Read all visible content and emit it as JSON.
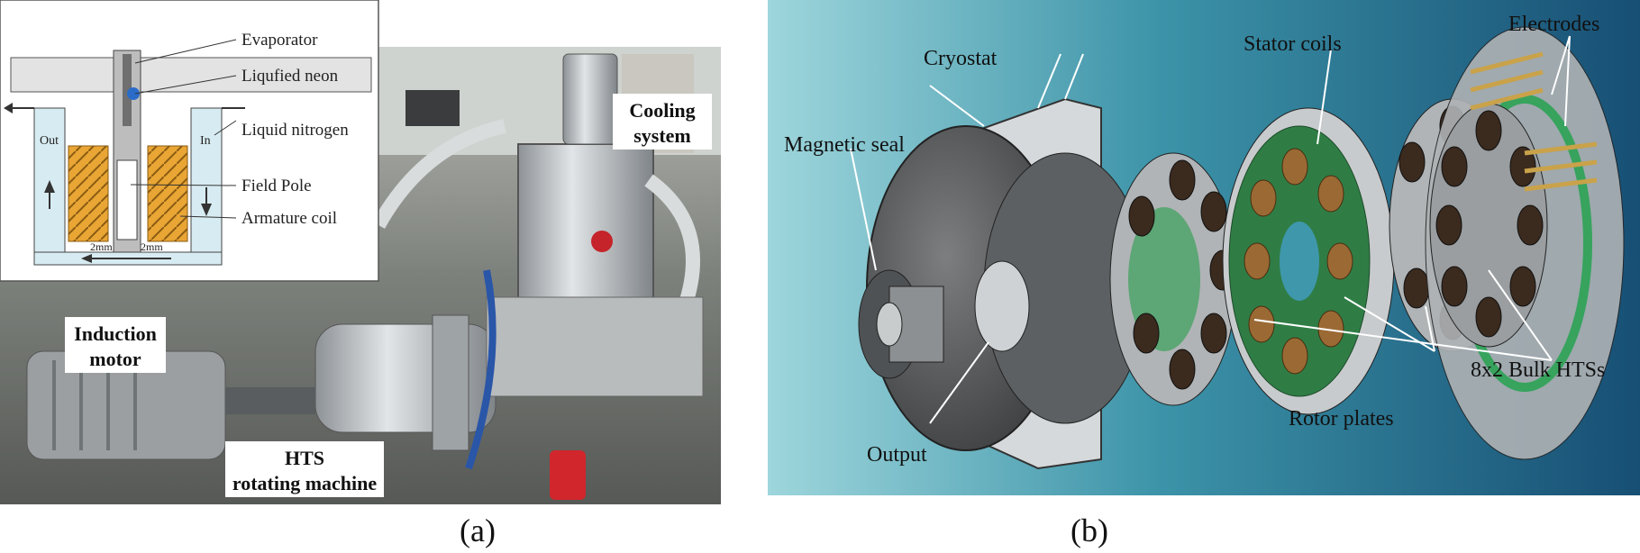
{
  "panel_a": {
    "inset_labels": {
      "evaporator": "Evaporator",
      "liquified_neon": "Liqufied neon",
      "liquid_nitrogen": "Liquid nitrogen",
      "field_pole": "Field Pole",
      "armature_coil": "Armature coil",
      "out": "Out",
      "in": "In",
      "gap_left": "2mm",
      "gap_right": "2mm"
    },
    "photo_labels": {
      "cooling_line1": "Cooling",
      "cooling_line2": "system",
      "induction_line1": "Induction",
      "induction_line2": "motor",
      "hts_line1": "HTS",
      "hts_line2": "rotating machine"
    },
    "caption": "(a)"
  },
  "panel_b": {
    "labels": {
      "cryostat": "Cryostat",
      "stator_coils": "Stator coils",
      "electrodes": "Electrodes",
      "magnetic_seal": "Magnetic seal",
      "output": "Output",
      "rotor_plates": "Rotor plates",
      "bulk_htss": "8x2 Bulk HTSs"
    },
    "caption": "(b)"
  },
  "colors": {
    "coil": "#e9a635",
    "lab_bg": "#8a8f8c",
    "cad_bg_left": "#8fd0d8",
    "cad_bg_right": "#1a5a7e",
    "green_part": "#2f8a4a"
  }
}
